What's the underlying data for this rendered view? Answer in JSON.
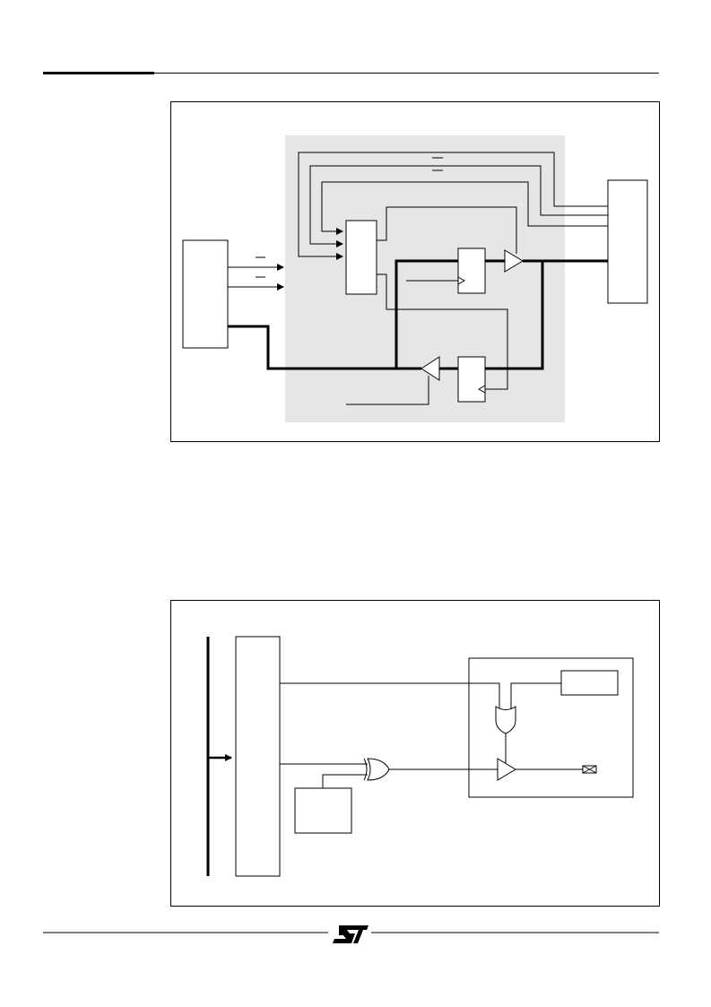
{
  "page": {
    "header_rule": "thick-thin",
    "footer_rule": "thin-with-logo"
  },
  "logo": {
    "name": "st-logo",
    "text": "ST"
  },
  "figure_1": {
    "description_visible": false,
    "shaded_region": true
  },
  "figure_2": {
    "description_visible": false
  },
  "colors": {
    "line": "#000000",
    "shade": "#e6e6e6",
    "background": "#ffffff"
  }
}
